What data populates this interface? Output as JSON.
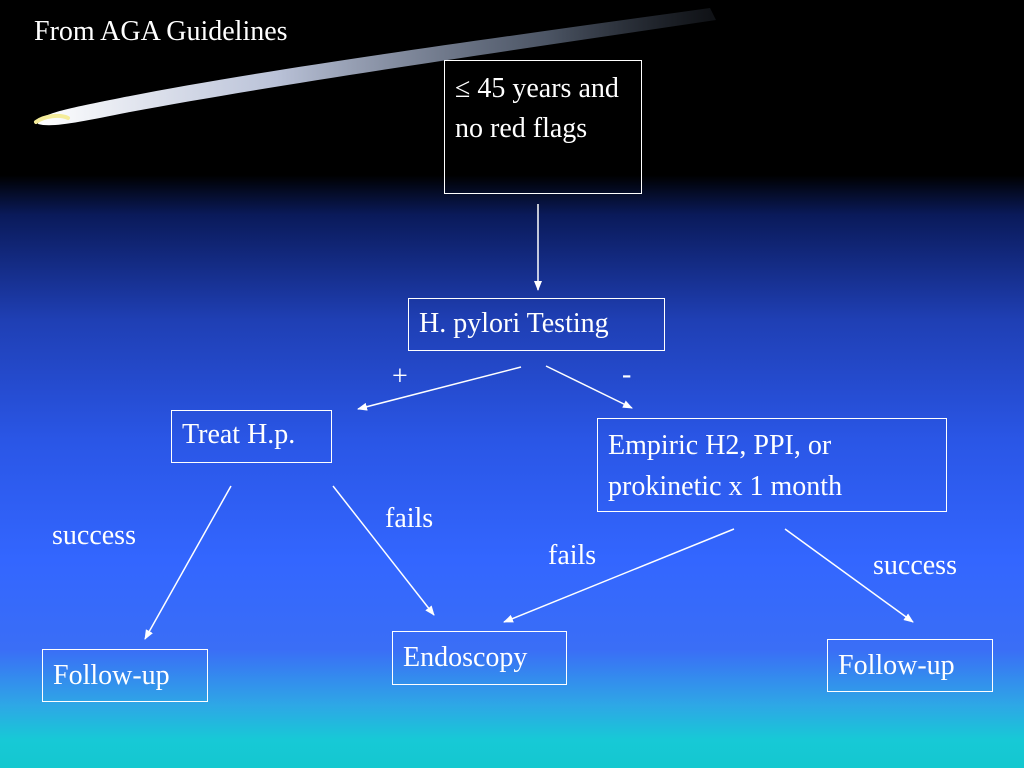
{
  "slide": {
    "title": "From AGA Guidelines"
  },
  "flow": {
    "start_box": "≤ 45 years and no red flags",
    "test_box": "H. pylori Testing",
    "treat_box": "Treat H.p.",
    "empiric_box": "Empiric H2, PPI, or prokinetic x 1 month",
    "followup_left": "Follow-up",
    "endoscopy_box": "Endoscopy",
    "followup_right": "Follow-up"
  },
  "labels": {
    "positive": "+",
    "negative": "-",
    "success_left": "success",
    "fails_left": "fails",
    "fails_right": "fails",
    "success_right": "success"
  },
  "colors": {
    "text": "#ffffff",
    "lines": "#ffffff",
    "background_top": "#000000",
    "background_mid": "#3366ff",
    "background_bottom": "#14c8cf"
  }
}
